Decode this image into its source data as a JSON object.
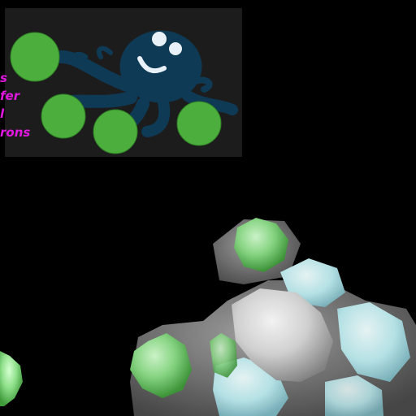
{
  "colors": {
    "background": "#000000",
    "panel": "#1c1c1c",
    "octopus": "#0e3a55",
    "green_ball": "#4caf3d",
    "label_text": "#e018e0",
    "cluster_gray": "#7b7b7b",
    "cluster_green": "#9ee89a",
    "cluster_cyan": "#bfeef2",
    "cluster_white": "#dedede"
  },
  "overlay": {
    "icon": "octopus-icon",
    "labels": [
      "s",
      "fer",
      "l",
      "rons"
    ]
  },
  "scene": {
    "objects": [
      "protein-cluster",
      "small-green-blob",
      "green-ball"
    ]
  }
}
